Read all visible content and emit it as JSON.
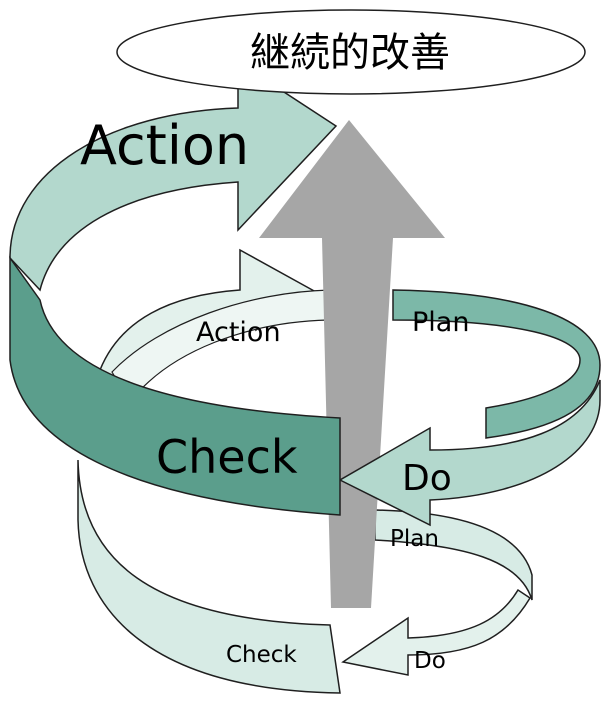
{
  "diagram": {
    "goal": "継続的改善",
    "upper_cycle": {
      "action": "Action",
      "check": "Check",
      "plan": "Plan",
      "do": "Do"
    },
    "lower_cycle": {
      "action": "Action",
      "check": "Check",
      "plan": "Plan",
      "do": "Do"
    },
    "colors": {
      "band_dark": "#5b9e8c",
      "band_mid": "#7cb8a8",
      "band_light": "#b3d8cd",
      "band_pale": "#d7ebe5",
      "band_outline": "#1f1f1f",
      "growth_arrow": "#a6a6a6"
    }
  }
}
